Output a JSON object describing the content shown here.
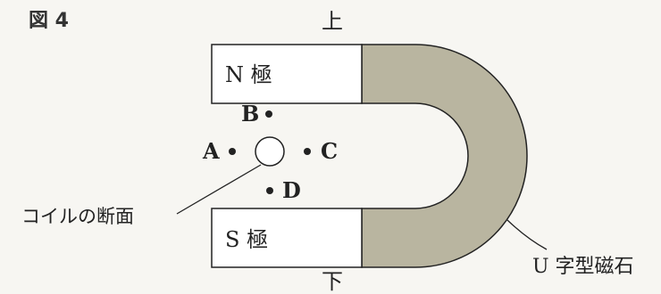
{
  "figure": {
    "label": "図 4"
  },
  "directions": {
    "top": "上",
    "bottom": "下"
  },
  "magnet": {
    "north_label": "N 極",
    "south_label": "S 極",
    "name_label": "U 字型磁石",
    "body_color": "#b9b5a0",
    "pole_color": "#ffffff"
  },
  "coil": {
    "label": "コイルの断面"
  },
  "points": [
    {
      "id": "A",
      "label": "A"
    },
    {
      "id": "B",
      "label": "B"
    },
    {
      "id": "C",
      "label": "C"
    },
    {
      "id": "D",
      "label": "D"
    }
  ]
}
